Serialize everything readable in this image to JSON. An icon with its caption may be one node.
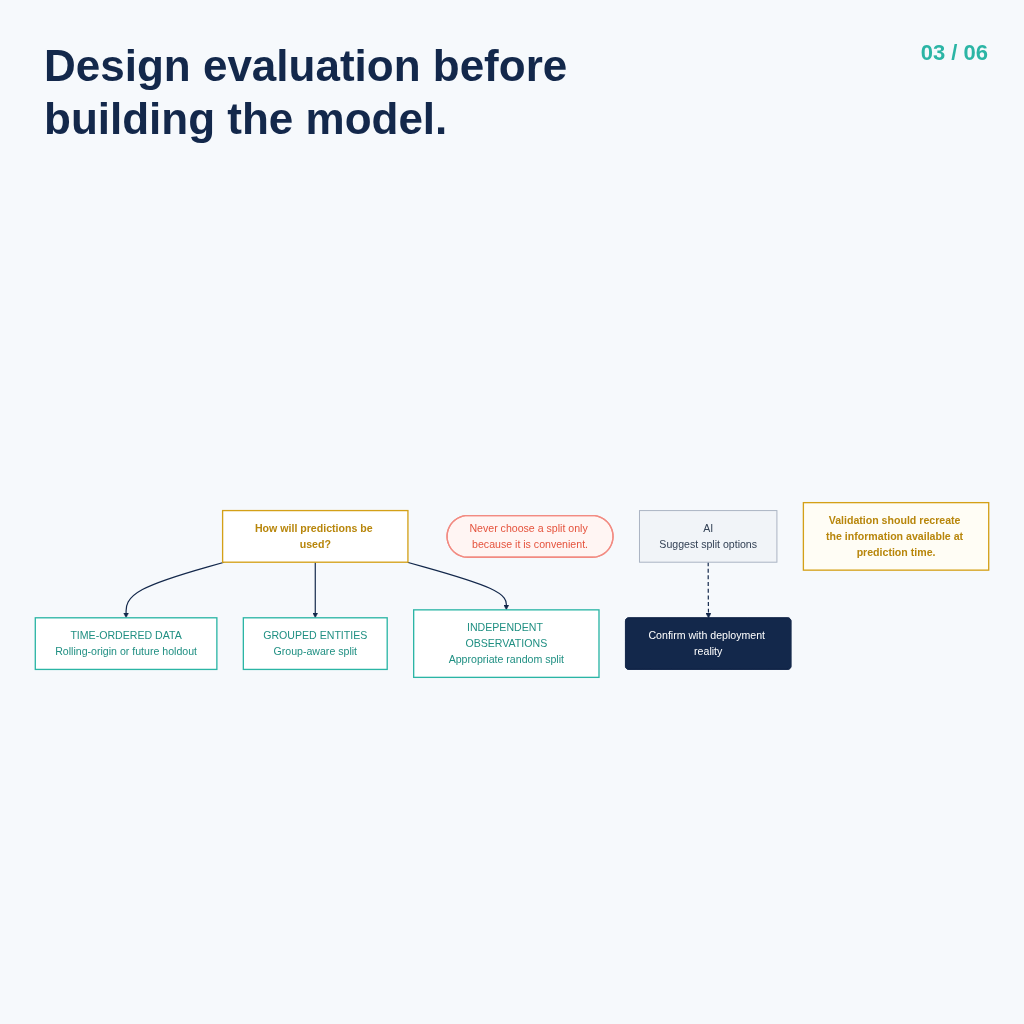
{
  "diagram": {
    "title": "Design evaluation before building the model.",
    "nodes": [
      {
        "text": [
          "How will predictions be used?"
        ]
      },
      {
        "text": [
          "TIME-ORDERED DATA",
          "Rolling-origin or future holdout"
        ]
      },
      {
        "text": [
          "GROUPED ENTITIES",
          "Group-aware split"
        ]
      },
      {
        "text": [
          "INDEPENDENT OBSERVATIONS",
          "Appropriate random split"
        ]
      },
      {
        "text": [
          "Never choose a split only because it is convenient."
        ]
      },
      {
        "text": [
          "AI",
          "Suggest split options"
        ]
      },
      {
        "text": [
          "Confirm with deployment reality"
        ]
      },
      {
        "text": [
          "Validation should recreate the information available at prediction time."
        ]
      }
    ],
    "edges": [
      {
        "from": 0,
        "to": 1,
        "arrow": "to"
      },
      {
        "from": 0,
        "to": 2,
        "arrow": "to"
      },
      {
        "from": 0,
        "to": 3,
        "arrow": "to"
      },
      {
        "from": 5,
        "to": 6,
        "arrow": "to",
        "style": "dashed"
      }
    ],
    "labels": [
      "03 / 06"
    ]
  }
}
